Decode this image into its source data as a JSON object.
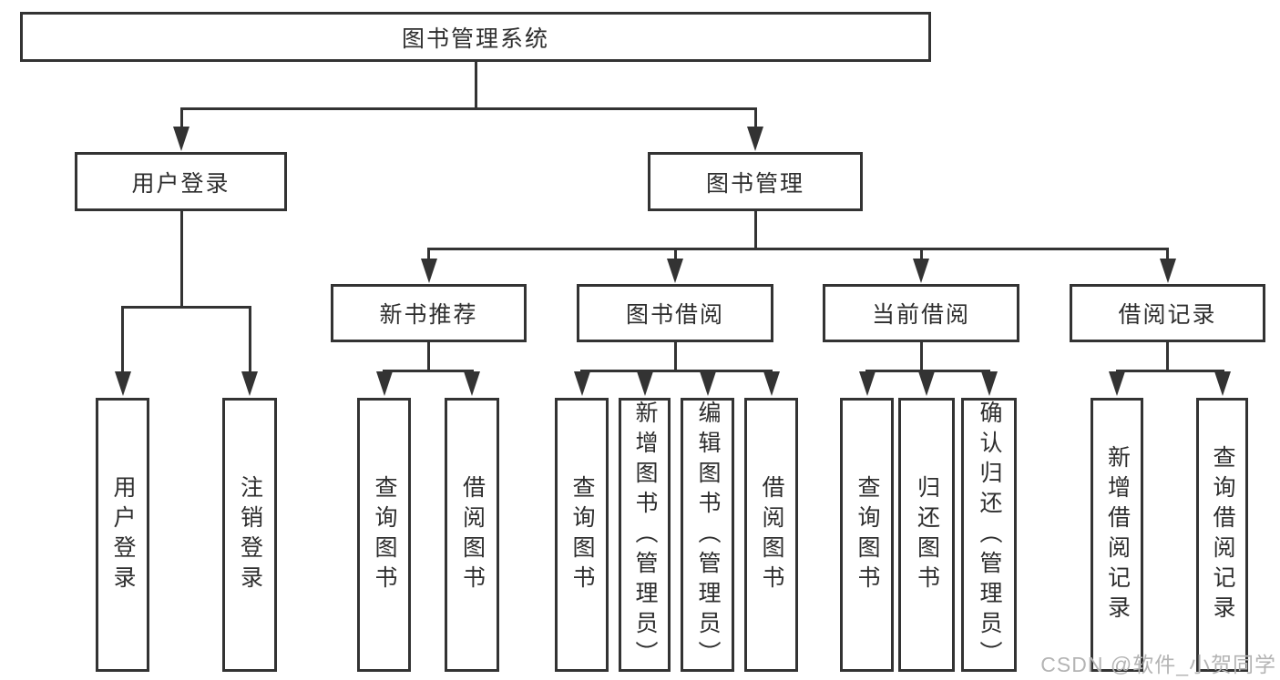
{
  "colors": {
    "line": "#333333",
    "text": "#2e2e2e",
    "watermark": "#b4b4b4",
    "bg": "#ffffff"
  },
  "nodes": {
    "root": "图书管理系统",
    "level2": [
      "用户登录",
      "图书管理"
    ],
    "level3": [
      "新书推荐",
      "图书借阅",
      "当前借阅",
      "借阅记录"
    ],
    "leaves": [
      [
        "用户登录",
        "注销登录"
      ],
      [
        "查询图书",
        "借阅图书"
      ],
      [
        "查询图书",
        "新增图书（管理员）",
        "编辑图书（管理员）",
        "借阅图书"
      ],
      [
        "查询图书",
        "归还图书",
        "确认归还（管理员）"
      ],
      [
        "新增借阅记录",
        "查询借阅记录"
      ]
    ]
  },
  "watermark": {
    "text": "CSDN @软件_小贺同学"
  }
}
